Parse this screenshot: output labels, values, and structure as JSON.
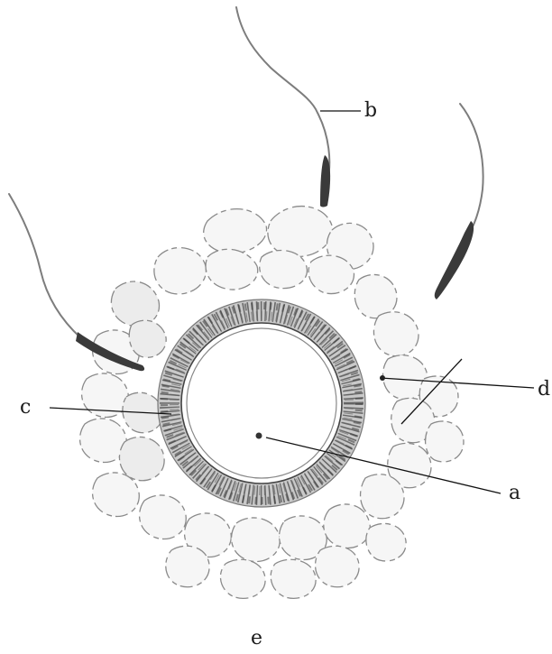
{
  "labels": {
    "a": "a",
    "b": "b",
    "c": "c",
    "d": "d",
    "e": "e"
  },
  "colors": {
    "zona_speckle": "#4a4a4a",
    "zona_fill": "#c9c9c9",
    "cells": "#8a8a8a",
    "ink": "#1a1a1a"
  }
}
